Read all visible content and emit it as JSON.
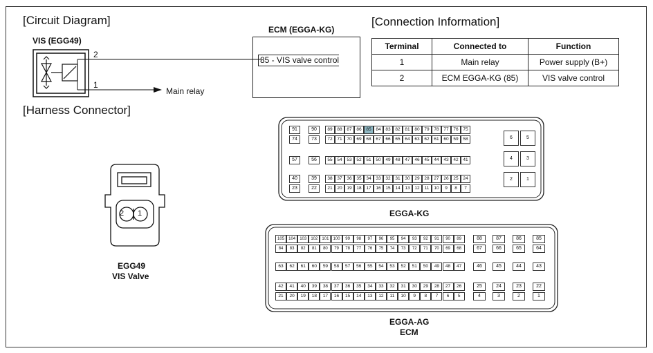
{
  "sections": {
    "circuit": "[Circuit Diagram]",
    "connection": "[Connection Information]",
    "harness": "[Harness Connector]"
  },
  "circuit": {
    "vis_label": "VIS (EGG49)",
    "ecm_label": "ECM (EGGA-KG)",
    "pin2": "2",
    "pin1": "1",
    "ecm_terminal": "85 - VIS valve control",
    "main_relay": "Main relay"
  },
  "table": {
    "headers": [
      "Terminal",
      "Connected to",
      "Function"
    ],
    "rows": [
      [
        "1",
        "Main relay",
        "Power supply (B+)"
      ],
      [
        "2",
        "ECM EGGA-KG (85)",
        "VIS valve control"
      ]
    ]
  },
  "connectors": {
    "vis_pin2": "2",
    "vis_pin1": "1",
    "vis_name": "EGG49",
    "vis_sub": "VIS Valve",
    "kg_name": "EGGA-KG",
    "ag_name": "EGGA-AG",
    "ecm_name": "ECM",
    "highlight_color": "#8fb8c4",
    "kg": {
      "left_top": [
        [
          "91",
          "90"
        ],
        [
          "74",
          "73"
        ]
      ],
      "row1": [
        "89",
        "88",
        "87",
        "86",
        "85",
        "84",
        "83",
        "82",
        "81",
        "80",
        "79",
        "78",
        "77",
        "76",
        "75"
      ],
      "row2": [
        "72",
        "71",
        "70",
        "69",
        "68",
        "67",
        "66",
        "65",
        "64",
        "63",
        "62",
        "61",
        "60",
        "59",
        "58"
      ],
      "mid_left": [
        "57",
        "56"
      ],
      "mid": [
        "55",
        "54",
        "53",
        "52",
        "51",
        "50",
        "49",
        "48",
        "47",
        "46",
        "45",
        "44",
        "43",
        "42",
        "41"
      ],
      "bot_left": [
        [
          "40",
          "39"
        ],
        [
          "23",
          "22"
        ]
      ],
      "bot1": [
        "38",
        "37",
        "36",
        "35",
        "34",
        "33",
        "32",
        "31",
        "30",
        "29",
        "28",
        "27",
        "26",
        "25",
        "24"
      ],
      "bot2": [
        "21",
        "20",
        "19",
        "18",
        "17",
        "16",
        "15",
        "14",
        "13",
        "12",
        "11",
        "10",
        "9",
        "8",
        "7"
      ],
      "right": [
        [
          "6",
          "5"
        ],
        [
          "4",
          "3"
        ],
        [
          "2",
          "1"
        ]
      ]
    },
    "ag": {
      "r1": [
        "105",
        "104",
        "103",
        "102",
        "101",
        "100",
        "99",
        "98",
        "97",
        "96",
        "95",
        "94",
        "93",
        "92",
        "91",
        "90",
        "89"
      ],
      "r1b": [
        "88",
        "87",
        "86",
        "85"
      ],
      "r2": [
        "84",
        "83",
        "82",
        "81",
        "80",
        "79",
        "78",
        "77",
        "76",
        "75",
        "74",
        "73",
        "72",
        "71",
        "70",
        "69",
        "68"
      ],
      "r2b": [
        "67",
        "66",
        "65",
        "64"
      ],
      "r3": [
        "63",
        "62",
        "61",
        "60",
        "59",
        "58",
        "57",
        "56",
        "55",
        "54",
        "53",
        "52",
        "51",
        "50",
        "49",
        "48",
        "47"
      ],
      "r3b": [
        "46",
        "45",
        "44",
        "43"
      ],
      "r4": [
        "42",
        "41",
        "40",
        "39",
        "38",
        "37",
        "36",
        "35",
        "34",
        "33",
        "32",
        "31",
        "30",
        "29",
        "28",
        "27",
        "26"
      ],
      "r4b": [
        "25",
        "24",
        "23",
        "22"
      ],
      "r5": [
        "21",
        "20",
        "19",
        "18",
        "17",
        "16",
        "15",
        "14",
        "13",
        "12",
        "11",
        "10",
        "9",
        "8",
        "7",
        "6",
        "5"
      ],
      "r5b": [
        "4",
        "3",
        "2",
        "1"
      ]
    }
  }
}
